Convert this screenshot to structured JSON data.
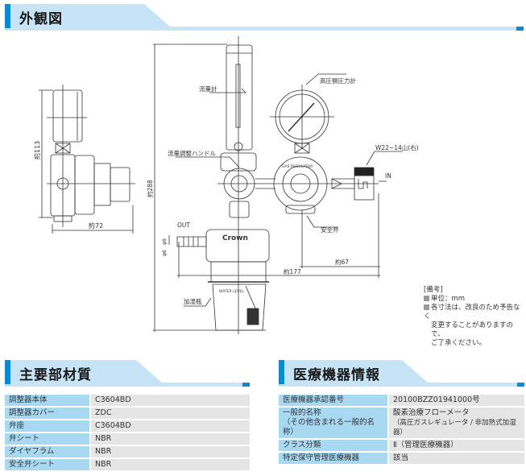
{
  "sections": {
    "exterior": {
      "title": "外観図"
    },
    "materials": {
      "title": "主要部材質"
    },
    "device_info": {
      "title": "医療機器情報"
    }
  },
  "drawing": {
    "labels": {
      "flowmeter": "流量計",
      "high_pressure_gauge": "高圧側圧力計",
      "flow_handle": "流量調整ハンドル",
      "thread": "W22−14山(右)",
      "in": "IN",
      "out": "OUT",
      "safety_valve": "安全弁",
      "humidifier": "加湿瓶",
      "water_level": "WATER LEVEL",
      "brand": "Crown",
      "regulator": "GAS REGULATOR"
    },
    "dimensions": {
      "height_total": "約288",
      "height_side": "約113",
      "width_side": "約72",
      "width_total": "約177",
      "width_right": "約67",
      "outlet_d1": "φ9",
      "outlet_d2": "φ6"
    }
  },
  "notes": {
    "header": "[備考]",
    "items": [
      "単位：mm",
      "各寸法は、改良のため予告なく",
      "変更することがありますので、",
      "ご了承ください。"
    ]
  },
  "materials": [
    {
      "part": "調整器本体",
      "material": "C3604BD"
    },
    {
      "part": "調整器カバー",
      "material": "ZDC"
    },
    {
      "part": "弁座",
      "material": "C3604BD"
    },
    {
      "part": "弁シート",
      "material": "NBR"
    },
    {
      "part": "ダイヤフラム",
      "material": "NBR"
    },
    {
      "part": "安全弁シート",
      "material": "NBR"
    }
  ],
  "device_info": [
    {
      "key": "医療機器承認番号",
      "value": "20100BZZ01941000号"
    },
    {
      "key": "一般的名称",
      "key2": "（その他含まれる一般的名称）",
      "value": "酸素治療フローメータ",
      "value2": "（高圧ガスレギュレータ / 非加熱式加湿器）"
    },
    {
      "key": "クラス分類",
      "value": "Ⅱ（管理医療機器）"
    },
    {
      "key": "特定保守管理医療機器",
      "value": "該当"
    }
  ]
}
